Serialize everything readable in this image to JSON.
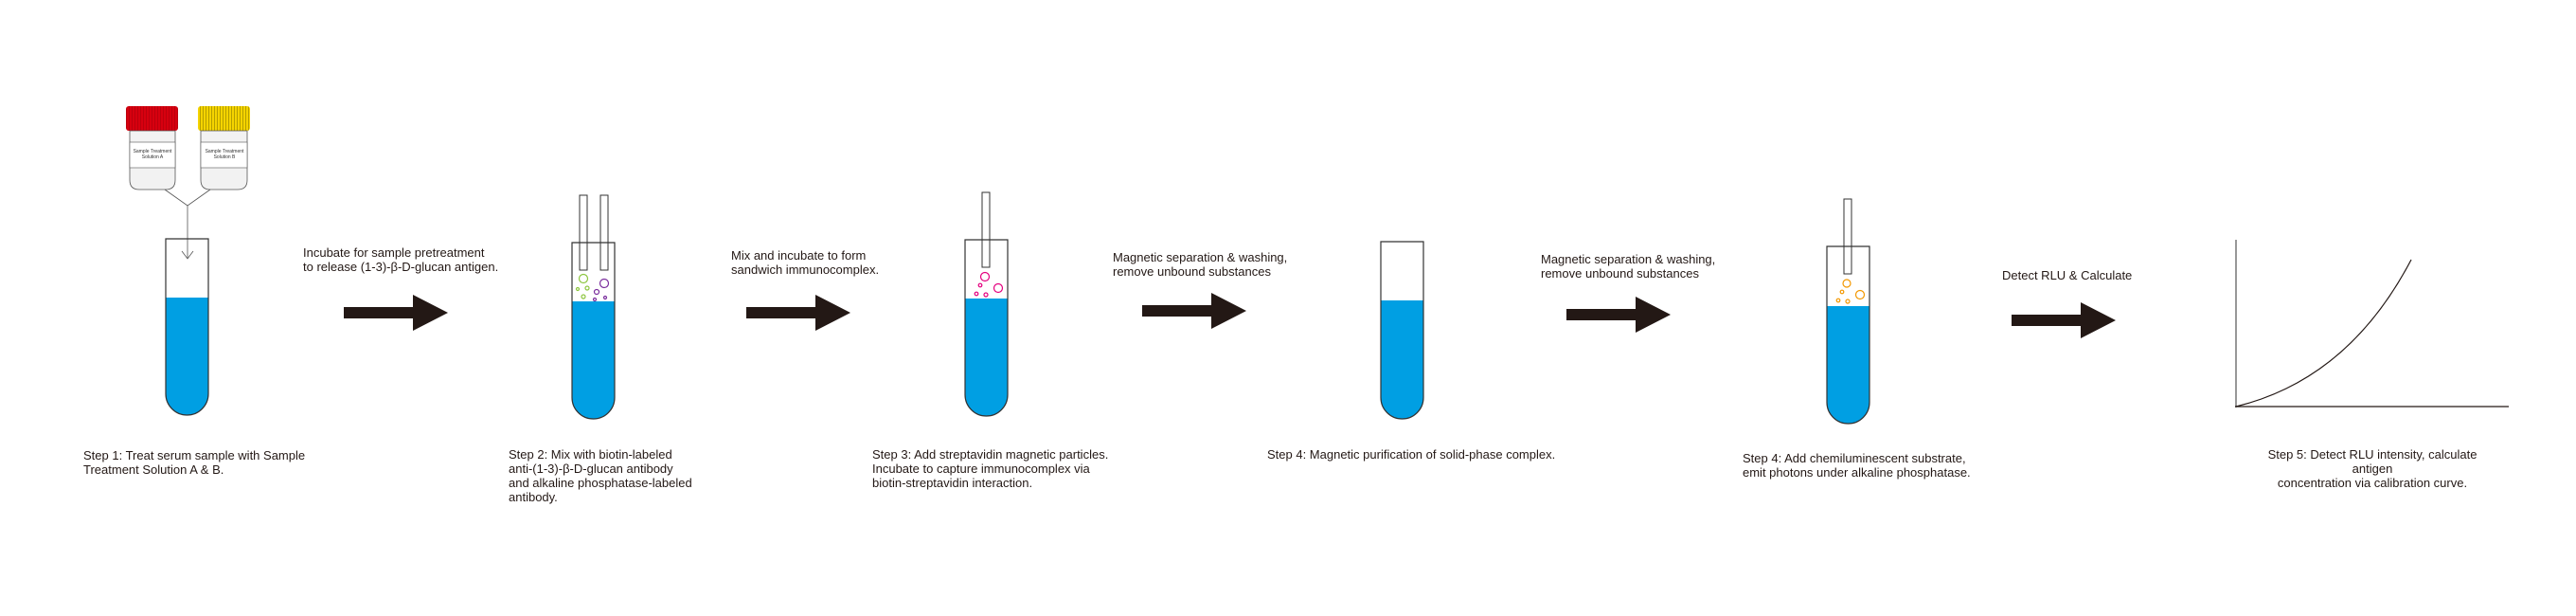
{
  "colors": {
    "liquid": "#009fe3",
    "outline": "#333333",
    "arrow": "#231815",
    "cap_a": "#d7000f",
    "cap_b": "#f5d400",
    "biotin_antibody": "#8dc63f",
    "ap_antibody": "#7b2f9e",
    "magnetic_particle": "#e4007f",
    "substrate": "#f39800"
  },
  "bottles": {
    "a_label": "Sample Treatment\nSolution A",
    "b_label": "Sample Treatment\nSolution B"
  },
  "steps": [
    {
      "caption": "Step 1: Treat serum sample with Sample\nTreatment Solution A & B."
    },
    {
      "caption": "Step 2: Mix with biotin-labeled\nanti-(1-3)-β-D-glucan antibody\nand alkaline phosphatase-labeled\nantibody."
    },
    {
      "caption": "Step 3: Add streptavidin magnetic particles.\nIncubate to capture immunocomplex via\nbiotin-streptavidin interaction."
    },
    {
      "caption": "Step 4: Magnetic purification of solid-phase complex."
    },
    {
      "caption": "Step 4: Add chemiluminescent substrate,\nemit photons under alkaline phosphatase."
    },
    {
      "caption": "Step 5: Detect RLU intensity, calculate antigen\nconcentration via calibration curve."
    }
  ],
  "transitions": [
    {
      "label": "Incubate for sample pretreatment\nto release (1-3)-β-D-glucan antigen."
    },
    {
      "label": "Mix and incubate to form\nsandwich immunocomplex."
    },
    {
      "label": "Magnetic separation & washing,\n remove unbound substances"
    },
    {
      "label": "Magnetic separation & washing,\nremove unbound substances"
    },
    {
      "label": "Detect RLU & Calculate"
    }
  ]
}
